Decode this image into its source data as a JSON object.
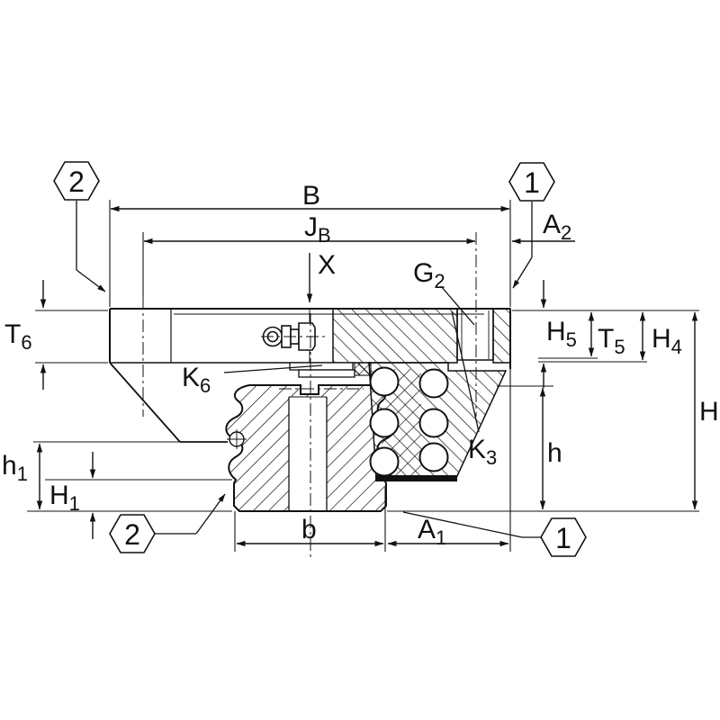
{
  "drawing": {
    "labels": {
      "B": {
        "main": "B",
        "sub": ""
      },
      "JB": {
        "main": "J",
        "sub": "B"
      },
      "A2": {
        "main": "A",
        "sub": "2"
      },
      "X": {
        "main": "X",
        "sub": ""
      },
      "G2": {
        "main": "G",
        "sub": "2"
      },
      "K6": {
        "main": "K",
        "sub": "6"
      },
      "K3": {
        "main": "K",
        "sub": "3"
      },
      "T6": {
        "main": "T",
        "sub": "6"
      },
      "H5": {
        "main": "H",
        "sub": "5"
      },
      "T5": {
        "main": "T",
        "sub": "5"
      },
      "H4": {
        "main": "H",
        "sub": "4"
      },
      "H": {
        "main": "H",
        "sub": ""
      },
      "h": {
        "main": "h",
        "sub": ""
      },
      "h1": {
        "main": "h",
        "sub": "1"
      },
      "H1": {
        "main": "H",
        "sub": "1"
      },
      "b": {
        "main": "b",
        "sub": ""
      },
      "A1": {
        "main": "A",
        "sub": "1"
      }
    },
    "callouts": {
      "top_left": "2",
      "top_right": "1",
      "bottom_left": "2",
      "bottom_right": "1"
    },
    "colors": {
      "line": "#111111",
      "background": "#ffffff"
    }
  }
}
